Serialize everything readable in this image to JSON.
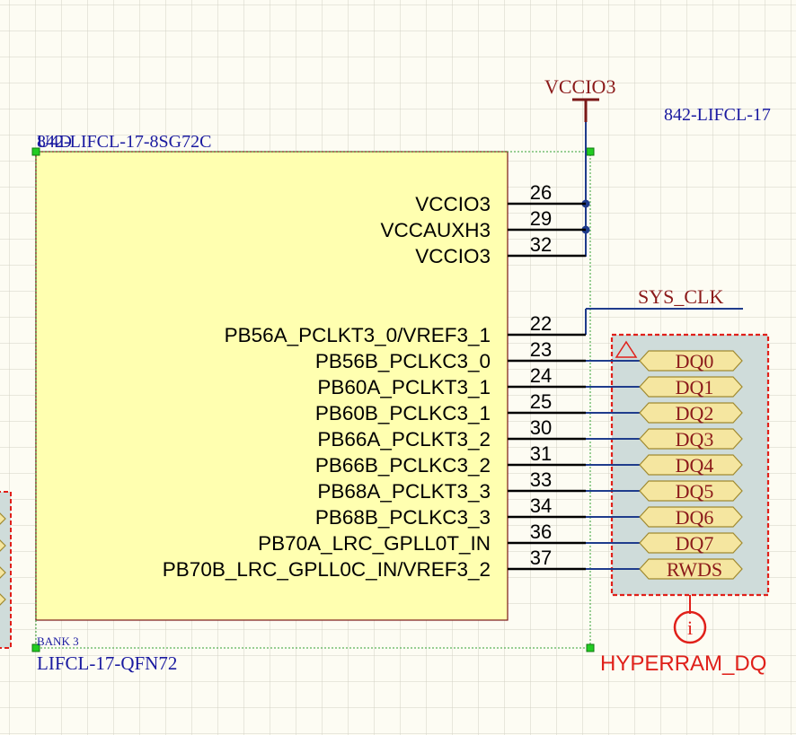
{
  "component": {
    "designator_overlap": "U4D",
    "part_number": "842-LIFCL-17-8SG72C",
    "part_number_right": "842-LIFCL-17",
    "bank_label": "BANK 3",
    "footprint": "LIFCL-17-QFN72",
    "power_pins": [
      {
        "name": "VCCIO3",
        "number": "26"
      },
      {
        "name": "VCCAUXH3",
        "number": "29"
      },
      {
        "name": "VCCIO3",
        "number": "32"
      }
    ],
    "signal_pins": [
      {
        "name": "PB56A_PCLKT3_0/VREF3_1",
        "number": "22"
      },
      {
        "name": "PB56B_PCLKC3_0",
        "number": "23"
      },
      {
        "name": "PB60A_PCLKT3_1",
        "number": "24"
      },
      {
        "name": "PB60B_PCLKC3_1",
        "number": "25"
      },
      {
        "name": "PB66A_PCLKT3_2",
        "number": "30"
      },
      {
        "name": "PB66B_PCLKC3_2",
        "number": "31"
      },
      {
        "name": "PB68A_PCLKT3_3",
        "number": "33"
      },
      {
        "name": "PB68B_PCLKC3_3",
        "number": "34"
      },
      {
        "name": "PB70A_LRC_GPLL0T_IN",
        "number": "36"
      },
      {
        "name": "PB70B_LRC_GPLL0C_IN/VREF3_2",
        "number": "37"
      }
    ]
  },
  "nets": {
    "power_port": "VCCIO3",
    "sys_clk": "SYS_CLK"
  },
  "harness": {
    "name": "HYPERRAM_DQ",
    "info_glyph": "i",
    "entries": [
      "DQ0",
      "DQ1",
      "DQ2",
      "DQ3",
      "DQ4",
      "DQ5",
      "DQ6",
      "DQ7",
      "RWDS"
    ]
  },
  "colors": {
    "background": "#fdfcf3",
    "grid": "#d4d2c6",
    "body_fill": "#ffffb0",
    "body_border": "#7a1818",
    "wire": "#1f3c8c",
    "text_blue": "#1a1aa0",
    "net_red": "#8b1a1a",
    "harness_red": "#e0201a",
    "harness_fill": "#cfdcda",
    "port_fill": "#f5e6a0",
    "port_border": "#a08a30",
    "selection_green": "#33a033",
    "pin_black": "#000000"
  }
}
